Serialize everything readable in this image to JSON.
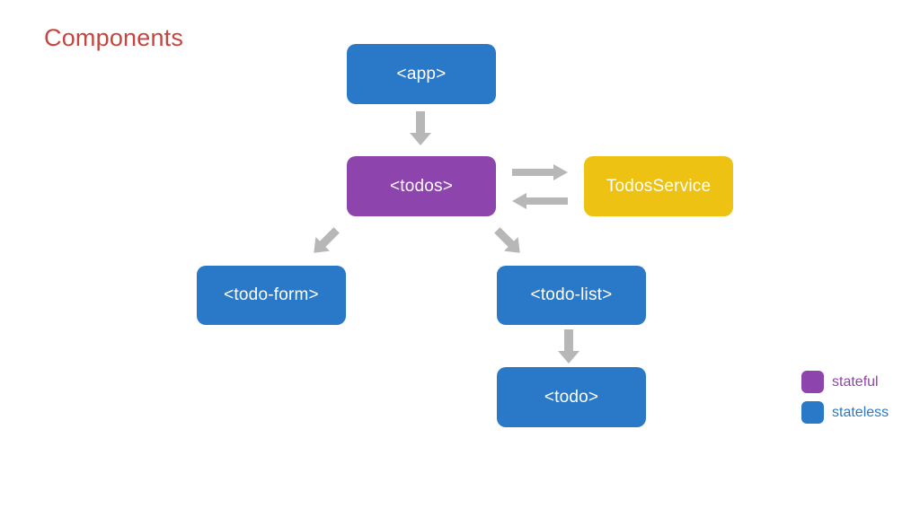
{
  "slide": {
    "title": "Components"
  },
  "colors": {
    "stateful_purple": "#8e44ad",
    "stateless_blue": "#2979c8",
    "service_yellow": "#eec213",
    "arrow_gray": "#b7b7b7",
    "title_red": "#c5463f"
  },
  "diagram": {
    "nodes": [
      {
        "id": "app",
        "label": "<app>",
        "type": "stateless"
      },
      {
        "id": "todos",
        "label": "<todos>",
        "type": "stateful"
      },
      {
        "id": "todos-service",
        "label": "TodosService",
        "type": "service"
      },
      {
        "id": "todo-form",
        "label": "<todo-form>",
        "type": "stateless"
      },
      {
        "id": "todo-list",
        "label": "<todo-list>",
        "type": "stateless"
      },
      {
        "id": "todo",
        "label": "<todo>",
        "type": "stateless"
      }
    ],
    "edges": [
      {
        "from": "<app>",
        "to": "<todos>",
        "direction": "down"
      },
      {
        "from": "<todos>",
        "to": "TodosService",
        "direction": "right"
      },
      {
        "from": "TodosService",
        "to": "<todos>",
        "direction": "left"
      },
      {
        "from": "<todos>",
        "to": "<todo-form>",
        "direction": "down-left"
      },
      {
        "from": "<todos>",
        "to": "<todo-list>",
        "direction": "down-right"
      },
      {
        "from": "<todo-list>",
        "to": "<todo>",
        "direction": "down"
      }
    ]
  },
  "legend": {
    "items": [
      {
        "label": "stateful",
        "color": "#8e44ad"
      },
      {
        "label": "stateless",
        "color": "#2979c8"
      }
    ]
  }
}
